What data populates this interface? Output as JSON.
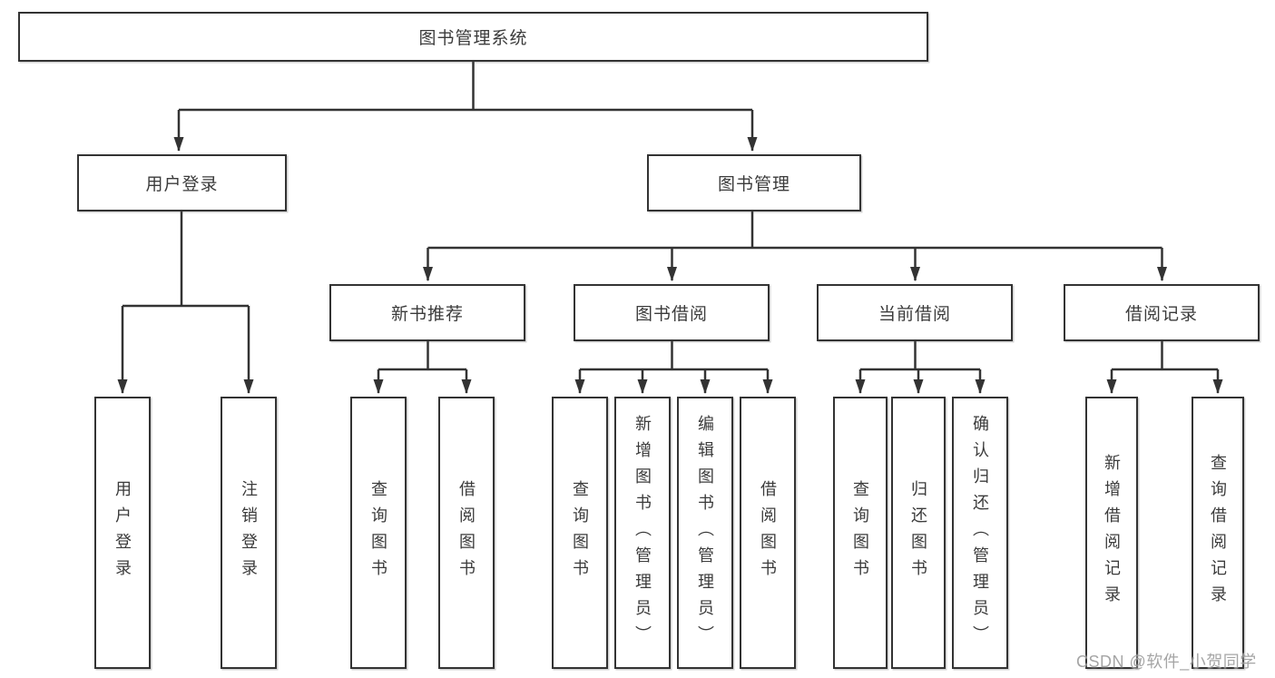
{
  "diagram": {
    "root": "图书管理系统",
    "level2": [
      "用户登录",
      "图书管理"
    ],
    "level3": [
      "新书推荐",
      "图书借阅",
      "当前借阅",
      "借阅记录"
    ],
    "leaves": [
      "用户登录",
      "注销登录",
      "查询图书",
      "借阅图书",
      "查询图书",
      "新增图书（管理员）",
      "编辑图书（管理员）",
      "借阅图书",
      "查询图书",
      "归还图书",
      "确认归还（管理员）",
      "新增借阅记录",
      "查询借阅记录"
    ]
  },
  "watermark": "CSDN @软件_小贺同学",
  "colors": {
    "line": "#333333",
    "text": "#3b3b3b",
    "watermark": "#9c9c9c",
    "background": "#ffffff"
  }
}
